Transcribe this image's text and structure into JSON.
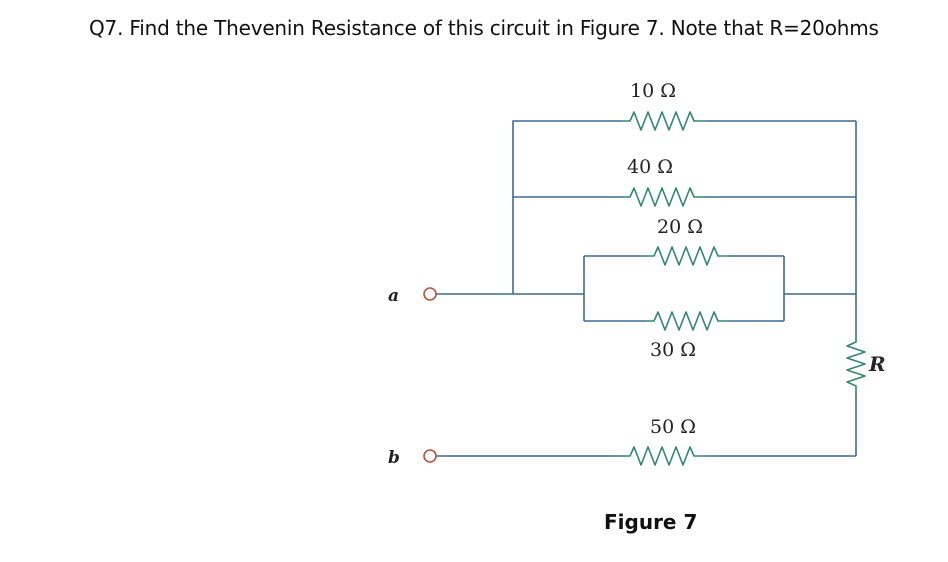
{
  "question": {
    "text": "Q7. Find the Thevenin Resistance of this circuit in Figure 7. Note that R=20ohms"
  },
  "circuit": {
    "resistors": [
      {
        "id": "r10",
        "label": "10 Ω"
      },
      {
        "id": "r40",
        "label": "40 Ω"
      },
      {
        "id": "r20",
        "label": "20 Ω"
      },
      {
        "id": "r30",
        "label": "30 Ω"
      },
      {
        "id": "r50",
        "label": "50 Ω"
      },
      {
        "id": "rR",
        "label": "R"
      }
    ],
    "terminals": {
      "a": "a",
      "b": "b"
    },
    "caption": "Figure 7"
  },
  "colors": {
    "wire": "#3c6a96",
    "resistor": "#2f8a6a",
    "terminal": "#c0503a"
  }
}
